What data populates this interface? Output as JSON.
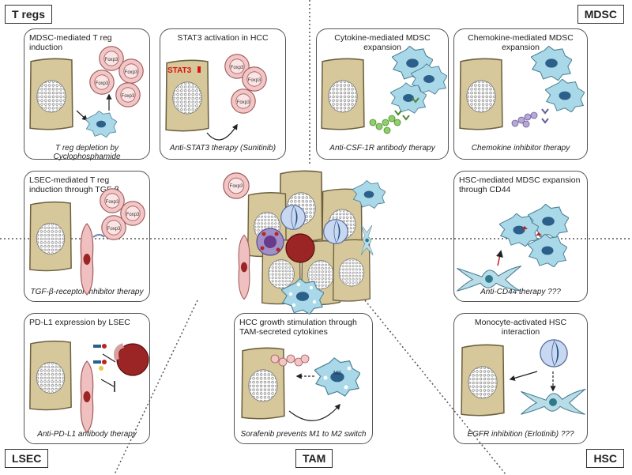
{
  "corner_labels": {
    "tregs": "T regs",
    "mdsc": "MDSC",
    "lsec": "LSEC",
    "tam": "TAM",
    "hsc": "HSC"
  },
  "foxp3_label": "Foxp3",
  "stat3_label": "STAT3",
  "m2_label": "M2",
  "panels": {
    "mdsc_treg": {
      "title": "MDSC-mediated  T reg induction",
      "caption": "T reg depletion by Cyclophosphamide"
    },
    "stat3": {
      "title": "STAT3 activation in HCC",
      "caption": "Anti-STAT3 therapy (Sunitinib)"
    },
    "cytokine_mdsc": {
      "title": "Cytokine-mediated  MDSC  expansion",
      "caption": "Anti-CSF-1R antibody therapy"
    },
    "chemokine_mdsc": {
      "title": "Chemokine-mediated  MDSC  expansion",
      "caption": "Chemokine inhibitor therapy"
    },
    "lsec_treg": {
      "title": "LSEC-mediated  T reg induction through TGF-β",
      "caption": "TGF-β-receptor inhibitor therapy"
    },
    "hsc_cd44": {
      "title": "HSC-mediated  MDSC  expansion through CD44",
      "caption": "Anti-CD44 therapy ???"
    },
    "pdl1": {
      "title": "PD-L1 expression by LSEC",
      "caption": "Anti-PD-L1 antibody therapy"
    },
    "tam": {
      "title": "HCC  growth stimulation through TAM-secreted cytokines",
      "caption": "Sorafenib prevents M1 to M2 switch"
    },
    "hsc_mono": {
      "title": "Monocyte-activated HSC interaction",
      "caption": "EGFR inhibition (Erlotinib) ???"
    }
  },
  "colors": {
    "hepatocyte": "#d6c89a",
    "hepatocyte_edge": "#6d6040",
    "treg": "#f2c6c6",
    "mdsc": "#a9d8e8",
    "nucleus_blue": "#2c5f8a",
    "lsec": "#f0c0c0",
    "nucleus_red": "#9b2424",
    "hsc": "#b8dde8",
    "monocyte": "#c8d8f2",
    "cytokine_green": "#8fcf6a",
    "chemokine_purple": "#b8a8d8"
  }
}
